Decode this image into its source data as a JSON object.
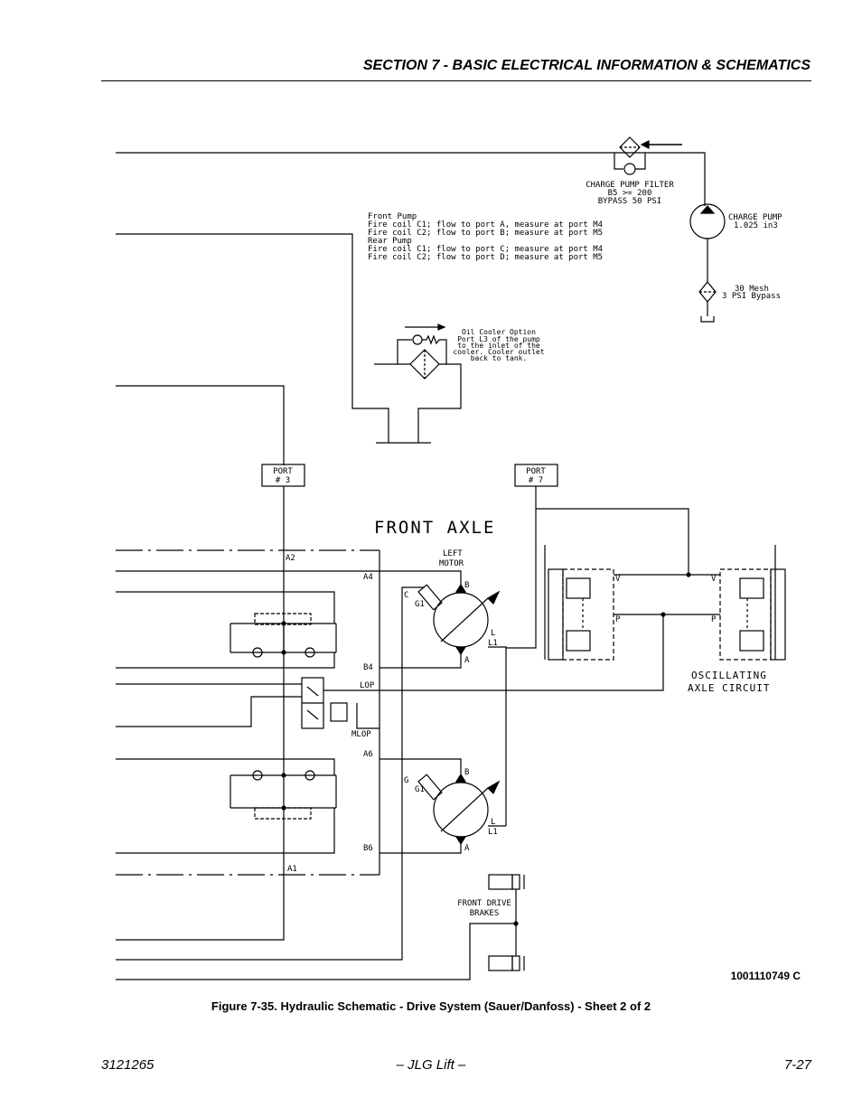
{
  "header": {
    "section_title": "SECTION 7 - BASIC ELECTRICAL INFORMATION & SCHEMATICS"
  },
  "schematic": {
    "filter_label": [
      "CHARGE PUMP FILTER",
      "B5 >= 200",
      "BYPASS 50 PSI"
    ],
    "pump_label": [
      "CHARGE PUMP",
      "1.025 in3"
    ],
    "strainer_label": [
      "30 Mesh",
      "3 PSI Bypass"
    ],
    "pump_notes": [
      "Front Pump",
      "Fire coil C1; flow to port A, measure at port M4",
      "Fire coil C2; flow to port B; measure at port M5",
      "Rear Pump",
      "Fire coil C1; flow to port C; measure at port M4",
      "Fire coil C2; flow to port D; measure at port M5"
    ],
    "oil_cooler_note": [
      "Oil Cooler Option",
      "Port L3 of the pump",
      "to the inlet of the",
      "cooler. Cooler outlet",
      "back to tank."
    ],
    "port3": [
      "PORT",
      "# 3"
    ],
    "port7": [
      "PORT",
      "# 7"
    ],
    "front_axle": "FRONT AXLE",
    "left_motor": [
      "LEFT",
      "MOTOR"
    ],
    "osc_axle": [
      "OSCILLATING",
      "AXLE CIRCUIT"
    ],
    "front_brakes": [
      "FRONT DRIVE",
      "BRAKES"
    ],
    "line_labels": {
      "a2": "A2",
      "a4": "A4",
      "b4": "B4",
      "lop": "LOP",
      "mlop": "MLOP",
      "a6": "A6",
      "b6": "B6",
      "a1": "A1"
    },
    "motor_ports": {
      "c": "C",
      "g1": "G1",
      "b": "B",
      "l": "L",
      "l1": "L1",
      "a": "A",
      "g": "G",
      "v": "V",
      "p": "P"
    }
  },
  "drawing_number": "1001110749 C",
  "figure_caption": "Figure 7-35.  Hydraulic Schematic - Drive System (Sauer/Danfoss) - Sheet 2 of 2",
  "footer": {
    "doc_number": "3121265",
    "brand": "– JLG Lift –",
    "page": "7-27"
  }
}
